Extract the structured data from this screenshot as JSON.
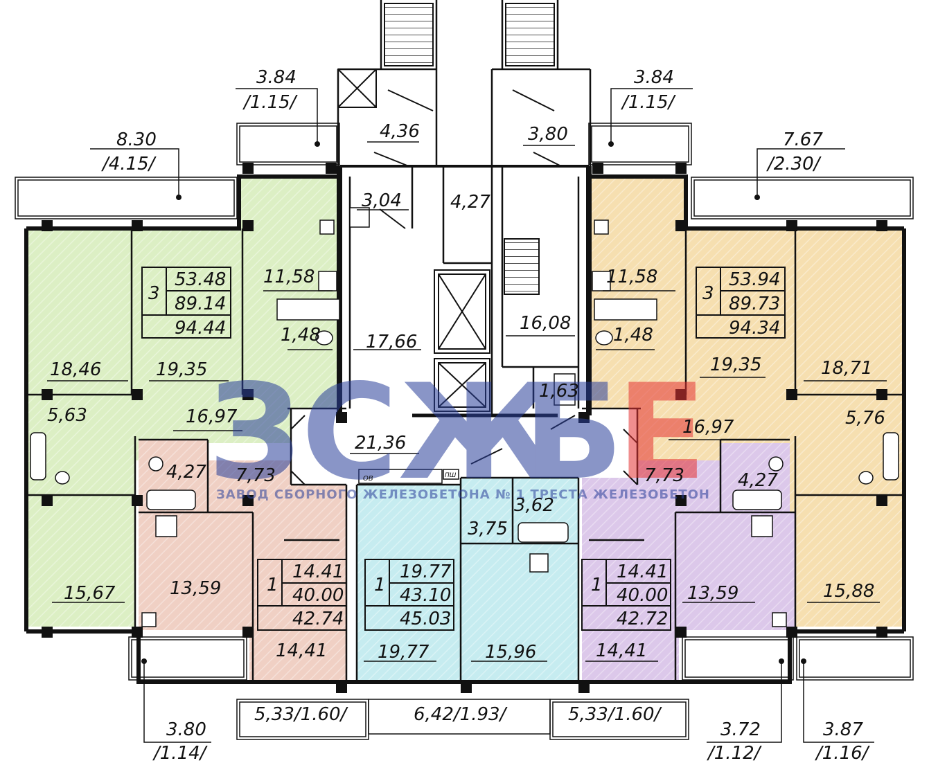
{
  "colors": {
    "green": "#dcefc4",
    "peach": "#f6dfb0",
    "pink": "#f0d0c4",
    "cyan": "#c6ecf0",
    "purple": "#dcc8ea",
    "wall": "#111111",
    "watermark": "#2a3f9a",
    "watermark_red": "#e53333"
  },
  "icons": [
    "stove-icon",
    "sink-icon",
    "toilet-icon",
    "bathtub-icon",
    "elevator-icon",
    "stairs-icon",
    "column-icon"
  ],
  "watermark": {
    "letters": [
      "З",
      "С",
      "Ж",
      "Б",
      "Е"
    ],
    "caption": "ЗАВОД СБОРНОГО ЖЕЛЕЗОБЕТОНА № 1 ТРЕСТА ЖЕЛЕЗОБЕТОН"
  },
  "rooms": [
    "18,46",
    "19,35",
    "11,58",
    "1,48",
    "5,63",
    "16,97",
    "4,27",
    "7,73",
    "15,67",
    "13,59",
    "14,41",
    "3,04",
    "4,27",
    "4,36",
    "3,80",
    "17,66",
    "16,08",
    "1,63",
    "21,36",
    "19,77",
    "15,96",
    "3,75",
    "3,62",
    "11,58",
    "1,48",
    "19,35",
    "18,71",
    "16,97",
    "5,76",
    "7,73",
    "4,27",
    "13,59",
    "15,88",
    "14,41"
  ],
  "balconies": [
    {
      "top": "8.30",
      "bottom": "/4.15/"
    },
    {
      "top": "3.84",
      "bottom": "/1.15/"
    },
    {
      "top": "3.84",
      "bottom": "/1.15/"
    },
    {
      "top": "7.67",
      "bottom": "/2.30/"
    },
    {
      "top": "3.80",
      "bottom": "/1.14/"
    },
    {
      "top": "3.72",
      "bottom": "/1.12/"
    },
    {
      "top": "3.87",
      "bottom": "/1.16/"
    }
  ],
  "loggias": [
    "5,33/1.60/",
    "6,42/1.93/",
    "5,33/1.60/"
  ],
  "apartments": [
    {
      "rooms": "3",
      "living": "53.48",
      "total": "89.14",
      "total_balc": "94.44"
    },
    {
      "rooms": "3",
      "living": "53.94",
      "total": "89.73",
      "total_balc": "94.34"
    },
    {
      "rooms": "1",
      "living": "14.41",
      "total": "40.00",
      "total_balc": "42.74"
    },
    {
      "rooms": "1",
      "living": "19.77",
      "total": "43.10",
      "total_balc": "45.03"
    },
    {
      "rooms": "1",
      "living": "14.41",
      "total": "40.00",
      "total_balc": "42.72"
    }
  ],
  "labels": {
    "vent": "ОВ",
    "shaft": "ПШ"
  }
}
